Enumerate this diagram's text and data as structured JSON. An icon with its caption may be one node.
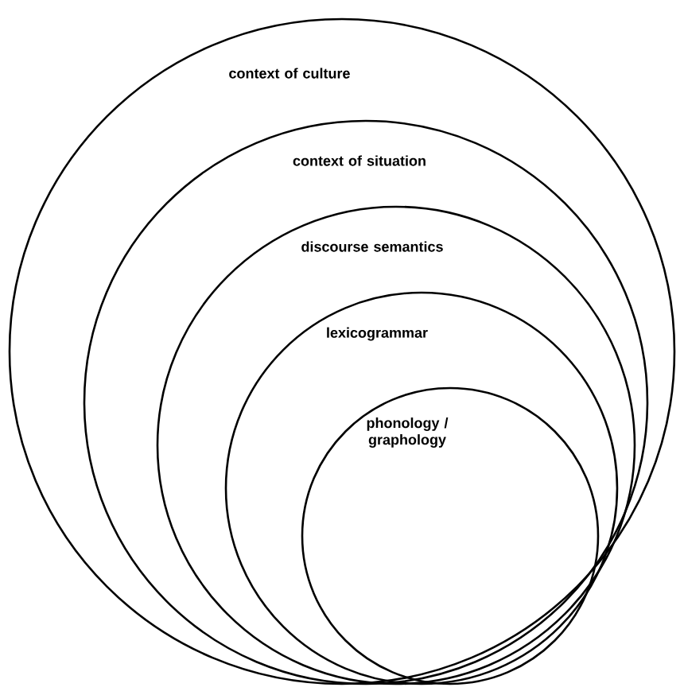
{
  "diagram": {
    "nodes": [
      {
        "text": [
          "context of culture"
        ]
      },
      {
        "text": [
          "context of situation"
        ],
        "in": 0
      },
      {
        "text": [
          "discourse semantics"
        ],
        "in": 1
      },
      {
        "text": [
          "lexicogrammar"
        ],
        "in": 2
      },
      {
        "text": [
          "phonology / graphology"
        ],
        "in": 3
      }
    ]
  }
}
